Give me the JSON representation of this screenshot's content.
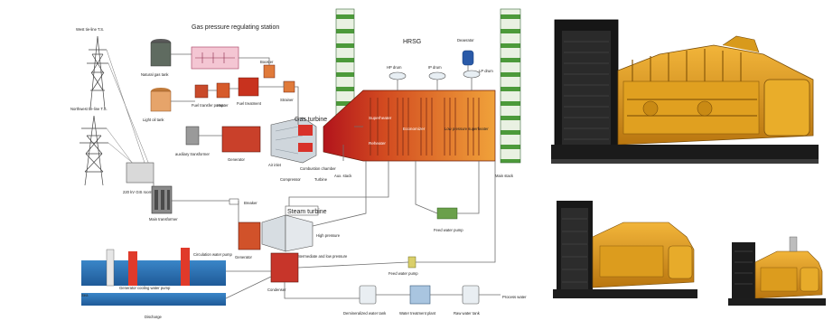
{
  "diagram": {
    "labels": {
      "gas_station_title": "Gas pressure regulating station",
      "hrsg": "HRSG",
      "deaerator": "Deaerator",
      "hp_drum": "HP drum",
      "ip_drum": "IP drum",
      "lp_drum": "LP drum",
      "gas_turbine": "Gas turbine",
      "steam_turbine": "Steam turbine",
      "main_stack": "Main stack",
      "aux_stack": "Aux. stack",
      "natural_gas": "Natural gas tank",
      "light_oil_tank": "Light oil tank",
      "feed_water_pump": "Feed water pump",
      "condensate_pump": "Feed water pump",
      "condenser": "Condenser",
      "generator_gas": "Generator",
      "generator_steam": "Generator",
      "main_transformer": "Main transformer",
      "auxiliary_transformer": "auxiliary transformer",
      "breaker": "Breaker",
      "gis": "220 kV GIS room",
      "west_line": "West tie-line T.S.",
      "northwest_line": "Northwest tie-line T.S.",
      "high_pressure": "High pressure",
      "int_low_pressure": "Intermediate and low pressure",
      "circulation_pump": "Circulation water pump",
      "sea": "Sea",
      "discharge": "Discharge",
      "demineralized_tank": "Demineralized water tank",
      "water_treatment": "Water treatment plant",
      "raw_water_tank": "Raw water tank",
      "process_water": "Process water",
      "air_inlet": "Air inlet",
      "compressor": "Compressor",
      "turbine": "Turbine",
      "combustor": "Combustion chamber",
      "superheater": "Superheater",
      "reheater": "Reheater",
      "economizer": "Economizer",
      "low_superheater": "Low pressure superheater",
      "fuel_pump": "Fuel transfer pump",
      "heater": "Heater",
      "fuel_treatment": "Fuel treatment",
      "booster": "Booster",
      "strainer": "Strainer",
      "generator_sea": "Generator cooling water pump"
    },
    "colors": {
      "generator_yellow": "#e3a21a",
      "generator_dark": "#1a1a1a",
      "hrsg_red": "#c8281e",
      "hrsg_orange": "#e58a2c",
      "sea_blue": "#2a6fb2",
      "pipe_gray": "#6f6f6f",
      "stack_green": "#3c8a3c",
      "pink_station": "#efb6c6"
    }
  },
  "photos": {
    "top": "large-diesel-generator-set",
    "bottom_left": "medium-generator-set",
    "bottom_right": "small-generator-set"
  }
}
